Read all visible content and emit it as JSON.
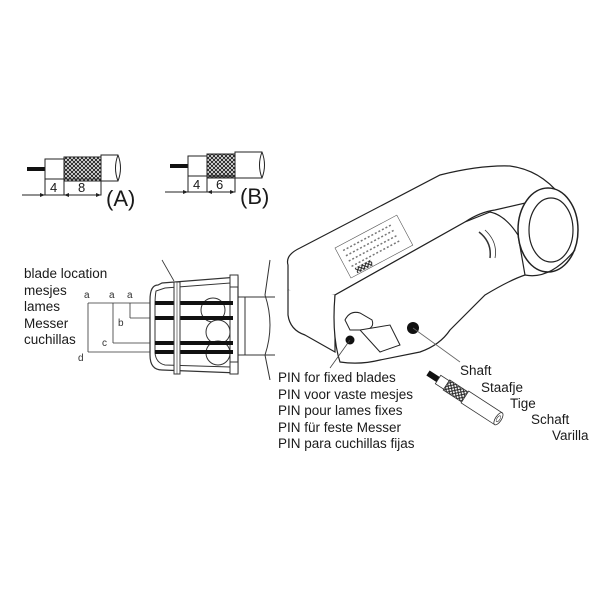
{
  "diagram": {
    "subject": "coaxial cable stripping tool instructions",
    "strip_lengths": [
      {
        "id": "A",
        "label": "(A)",
        "segments": [
          "4",
          "8"
        ]
      },
      {
        "id": "B",
        "label": "(B)",
        "segments": [
          "4",
          "6"
        ]
      }
    ],
    "blade_location": {
      "labels": [
        "blade location",
        "mesjes",
        "lames",
        "Messer",
        "cuchillas"
      ],
      "dimension_letters": [
        "a",
        "a",
        "a",
        "b",
        "c",
        "d"
      ]
    },
    "pin_fixed_blades": {
      "labels": [
        "PIN for fixed blades",
        "PIN voor vaste mesjes",
        "PIN pour lames fixes",
        "PIN für feste Messer",
        "PIN para cuchillas fijas"
      ]
    },
    "shaft": {
      "labels": [
        "Shaft",
        "Staafje",
        "Tige",
        "Schaft",
        "Varilla"
      ]
    },
    "colors": {
      "line": "#1a1a1a",
      "background": "#ffffff"
    }
  }
}
